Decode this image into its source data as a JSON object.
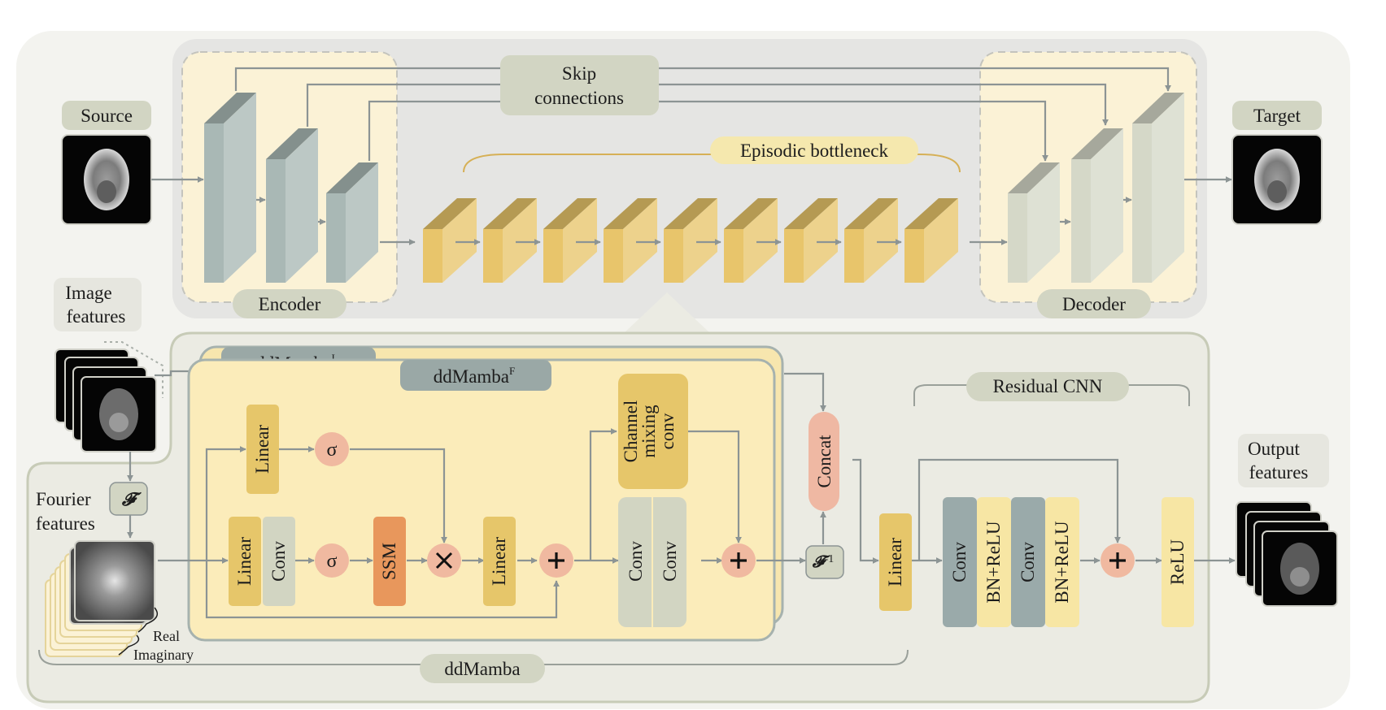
{
  "labels": {
    "source": "Source",
    "target": "Target",
    "skip_line1": "Skip",
    "skip_line2": "connections",
    "episodic_bottleneck": "Episodic bottleneck",
    "encoder": "Encoder",
    "decoder": "Decoder",
    "image_features_line1": "Image",
    "image_features_line2": "features",
    "fourier_features_line1": "Fourier",
    "fourier_features_line2": "features",
    "output_features_line1": "Output",
    "output_features_line2": "features",
    "real": "Real",
    "imaginary": "Imaginary",
    "ddmamba": "ddMamba",
    "ddmamba_i_base": "ddMamba",
    "ddmamba_i_sup": "I",
    "ddmamba_f_base": "ddMamba",
    "ddmamba_f_sup": "F",
    "residual_cnn": "Residual CNN",
    "linear": "Linear",
    "conv": "Conv",
    "ssm": "SSM",
    "sigma": "σ",
    "channel_line1": "Channel",
    "channel_line2": "mixing",
    "channel_line3": "conv",
    "concat": "Concat",
    "bn_relu": "BN+ReLU",
    "relu": "ReLU",
    "fourier_symbol": "𝓕",
    "inverse_fourier_symbol": "𝓕",
    "inverse_sup": "-1"
  },
  "colors": {
    "outer_bg": "#f3f3ef",
    "top_panel": "#e5e5e3",
    "enc_dec_box": "#fbf2d6",
    "bottom_panel": "#ebebe3",
    "ddmamba_box": "#fbecba",
    "tag": "#d2d5c3",
    "encoder_block": "#a9b8b5",
    "decoder_block": "#d5d8c8",
    "bottleneck_block": "#e8c56b",
    "linear_block": "#e6c66a",
    "conv_block": "#d2d5c2",
    "ssm_block": "#e8975c",
    "op_circle": "#f0b9a0",
    "concat_block": "#efb8a3",
    "res_conv": "#9aaaaa",
    "bn_relu_block": "#f7e6a4",
    "arrow": "#8c9494"
  }
}
